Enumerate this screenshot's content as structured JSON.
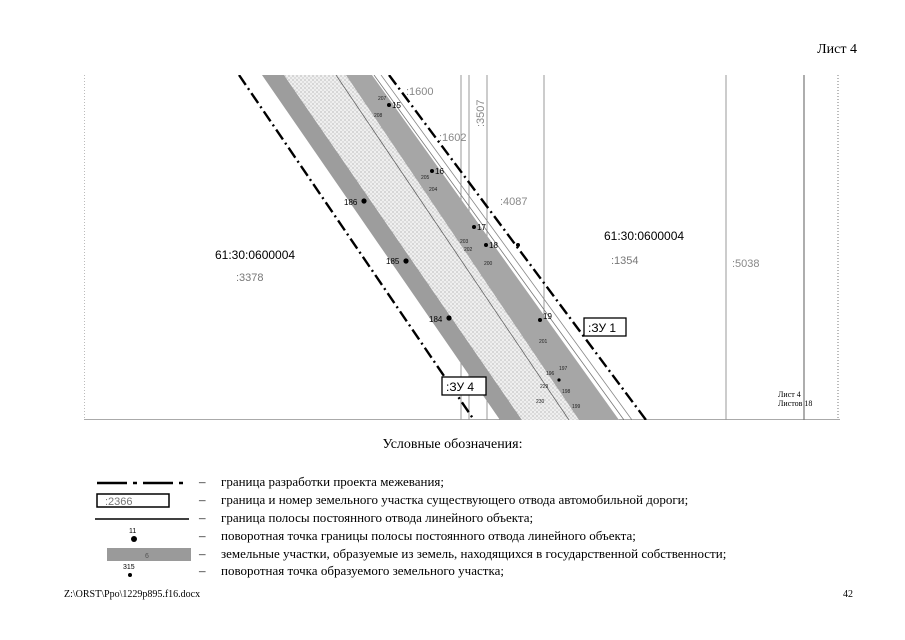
{
  "header": {
    "sheet_label": "Лист 4"
  },
  "map": {
    "left_parcel": {
      "number": "61:30:0600004",
      "sub": ":3378"
    },
    "right_parcel": {
      "number": "61:30:0600004",
      "sub": ":1354"
    },
    "parcel_labels": [
      ":1600",
      ":1602",
      ":3507",
      ":4087",
      ":5038"
    ],
    "zu_labels": [
      ":ЗУ 1",
      ":ЗУ 4"
    ],
    "points_outer": [
      "15",
      "16",
      "17",
      "18",
      "19"
    ],
    "points_left": [
      "186",
      "185",
      "184"
    ],
    "points_small": [
      "207",
      "208",
      "205",
      "204",
      "203",
      "202",
      "201",
      "200",
      "197",
      "198",
      "199",
      "196",
      "229",
      "230"
    ],
    "stamp": {
      "sheet": "Лист 4",
      "sheets": "Листов 18"
    }
  },
  "legend": {
    "title": "Условные обозначения:",
    "dash": "–",
    "items": [
      {
        "text": "граница разработки проекта межевания;"
      },
      {
        "text": "граница и номер земельного участка существующего отвода автомобильной дороги;",
        "symbol_label": ":2366"
      },
      {
        "text": "граница полосы постоянного отвода линейного объекта;"
      },
      {
        "text": "поворотная точка границы полосы постоянного отвода линейного объекта;",
        "symbol_label": "11"
      },
      {
        "text": "земельные участки, образуемые из земель, находящихся в государственной собственности;",
        "symbol_label": "6"
      },
      {
        "text": "поворотная точка образуемого земельного участка;",
        "symbol_label": "315"
      }
    ]
  },
  "footer": {
    "path": "Z:\\ORST\\Ppo\\1229p895.f16.docx",
    "page": "42"
  }
}
